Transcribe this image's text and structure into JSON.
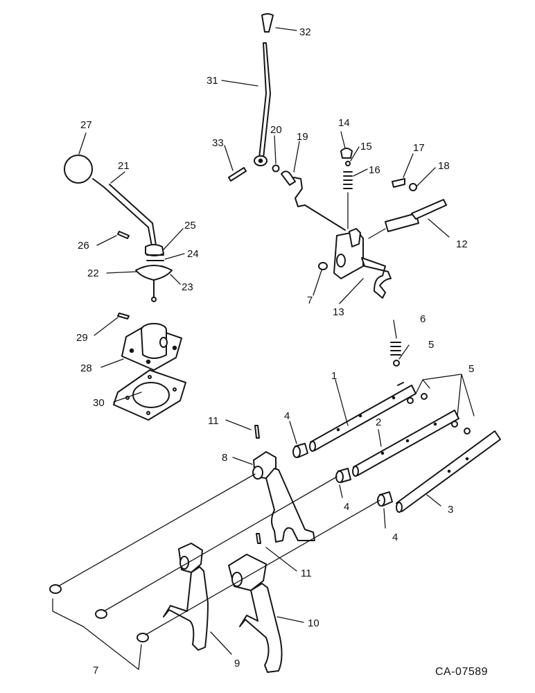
{
  "figure": {
    "code": "CA-07589",
    "callouts": [
      "1",
      "2",
      "3",
      "4",
      "4",
      "4",
      "5",
      "5",
      "6",
      "7",
      "7",
      "8",
      "9",
      "10",
      "11",
      "11",
      "12",
      "13",
      "14",
      "15",
      "16",
      "17",
      "18",
      "19",
      "20",
      "21",
      "22",
      "23",
      "24",
      "25",
      "26",
      "27",
      "28",
      "29",
      "30",
      "31",
      "32",
      "33"
    ]
  },
  "colors": {
    "ink": "#151515",
    "background": "#ffffff"
  }
}
